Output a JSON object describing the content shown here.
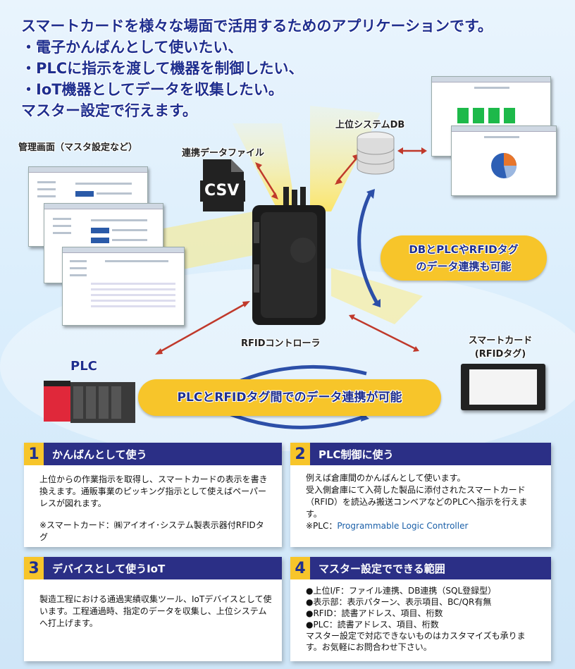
{
  "header": {
    "lines": [
      "スマートカードを様々な場面で活用するためのアプリケーションです。",
      "・電子かんばんとして使いたい、",
      "・PLCに指示を渡して機器を制御したい、",
      "・IoT機器としてデータを収集したい。",
      "マスター設定で行えます。"
    ]
  },
  "diagram": {
    "admin_label": "管理画面（マスタ設定など）",
    "csv_label": "連携データファイル",
    "csv_icon_text": "CSV",
    "db_label": "上位システムDB",
    "controller_label": "RFIDコントローラ",
    "smartcard_label_1": "スマートカード",
    "smartcard_label_2": "(RFIDタグ)",
    "plc_label": "PLC",
    "bubble_db_1": "DBとPLCやRFIDタグ",
    "bubble_db_2": "のデータ連携も可能",
    "bubble_plc": "PLCとRFIDタグ間でのデータ連携が可能"
  },
  "panels": [
    {
      "num": "1",
      "title": "かんばんとして使う",
      "body": [
        "上位からの作業指示を取得し、スマートカードの表示を書き換えます。通販事業のピッキング指示として使えばペーパーレスが図れます。",
        "",
        "※スマートカード：㈱アイオイ･システム製表示器付RFIDタグ"
      ]
    },
    {
      "num": "2",
      "title": "PLC制御に使う",
      "body": [
        "例えば倉庫間のかんばんとして使います。",
        "受入側倉庫にて入荷した製品に添付されたスマートカード（RFID）を読込み搬送コンベアなどのPLCへ指示を行えます。"
      ],
      "note_prefix": "※PLC：",
      "note_value": "Programmable Logic Controller"
    },
    {
      "num": "3",
      "title": "デバイスとして使うIoT",
      "body": [
        "製造工程における通過実績収集ツール、IoTデバイスとして使います。工程通過時、指定のデータを収集し、上位システムへ打上げます。"
      ]
    },
    {
      "num": "4",
      "title": "マスター設定でできる範囲",
      "body": [
        "●上位I/F：ファイル連携、DB連携（SQL登録型）",
        "●表示部：表示パターン、表示項目、BC/QR有無",
        "●RFID：読書アドレス、項目、桁数",
        "●PLC：読書アドレス、項目、桁数",
        "マスター設定で対応できないものはカスタマイズも承ります。お気軽にお問合わせ下さい。"
      ]
    }
  ],
  "colors": {
    "navy": "#2b2f86",
    "yellow": "#f7c52a",
    "text_blue": "#1f2f8f",
    "arrow_red": "#c0392b"
  }
}
